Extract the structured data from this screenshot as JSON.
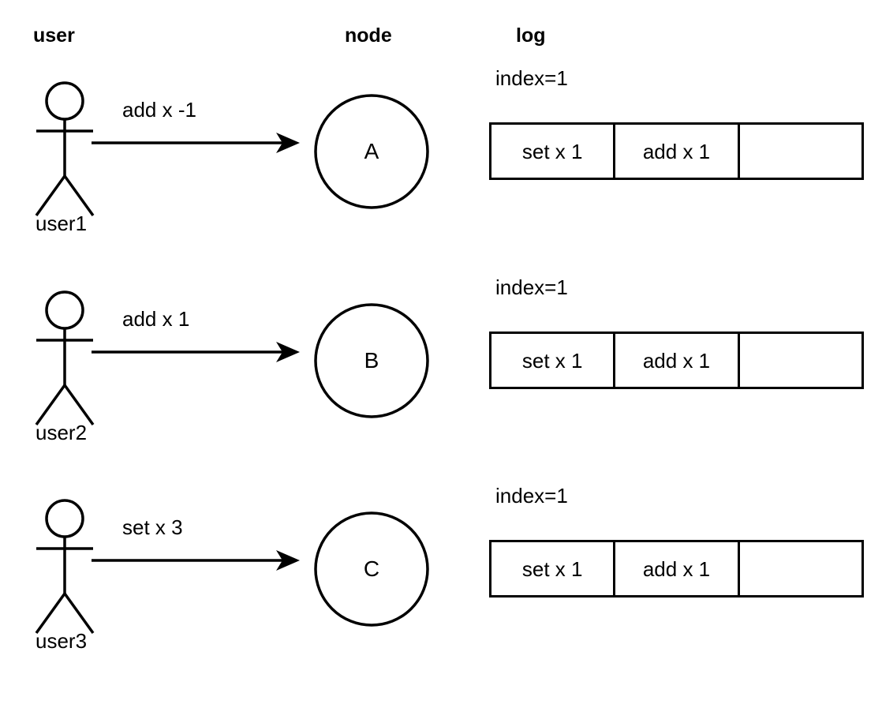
{
  "headers": {
    "user": "user",
    "node": "node",
    "log": "log"
  },
  "icons": {
    "actor": "stick-figure-icon",
    "arrow": "right-arrow-icon",
    "node": "circle-node-icon"
  },
  "colors": {
    "stroke": "#000000",
    "background": "#ffffff",
    "text": "#000000"
  },
  "rows": [
    {
      "actor_label": "user1",
      "message": "add x -1",
      "node_label": "A",
      "log": {
        "index_label": "index=1",
        "index_value": 1,
        "entries": [
          "set x 1",
          "add x 1",
          ""
        ]
      }
    },
    {
      "actor_label": "user2",
      "message": "add x 1",
      "node_label": "B",
      "log": {
        "index_label": "index=1",
        "index_value": 1,
        "entries": [
          "set x 1",
          "add x 1",
          ""
        ]
      }
    },
    {
      "actor_label": "user3",
      "message": "set x 3",
      "node_label": "C",
      "log": {
        "index_label": "index=1",
        "index_value": 1,
        "entries": [
          "set x 1",
          "add x 1",
          ""
        ]
      }
    }
  ]
}
